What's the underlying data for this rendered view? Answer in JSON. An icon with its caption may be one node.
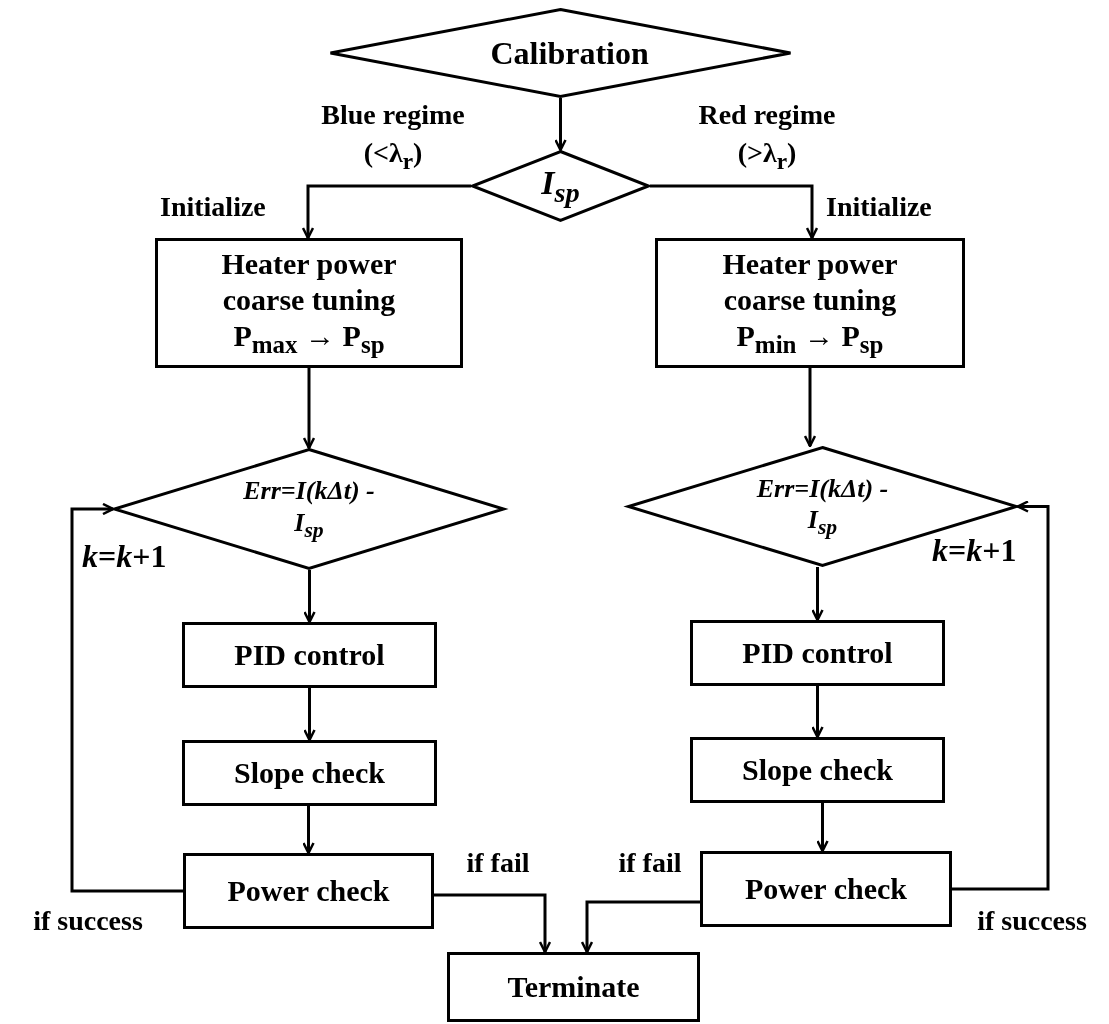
{
  "diagram": {
    "nodes": [
      {
        "text": [
          "Calibration"
        ]
      },
      {
        "text": [
          "I$_{sp}$"
        ]
      },
      {
        "text": [
          "Heater power coarse tuning",
          "P$_{max}$ → P$_{sp}$"
        ]
      },
      {
        "text": [
          "Heater power coarse tuning",
          "P$_{min}$ → P$_{sp}$"
        ]
      },
      {
        "text": [
          "Err=I(kΔt) -I$_{sp}$"
        ]
      },
      {
        "text": [
          "Err=I(kΔt) -I$_{sp}$"
        ]
      },
      {
        "text": [
          "PID control"
        ]
      },
      {
        "text": [
          "PID control"
        ]
      },
      {
        "text": [
          "Slope check"
        ]
      },
      {
        "text": [
          "Slope check"
        ]
      },
      {
        "text": [
          "Power check"
        ]
      },
      {
        "text": [
          "Power check"
        ]
      },
      {
        "text": [
          "Terminate"
        ]
      }
    ],
    "edges": [
      {
        "from": 0,
        "to": 1,
        "arrow": "to"
      },
      {
        "from": 1,
        "to": 2,
        "arrow": "to",
        "label": "Blue regime (<λ$_{r}$)"
      },
      {
        "from": 1,
        "to": 3,
        "arrow": "to",
        "label": "Red regime (>λ$_{r}$)"
      },
      {
        "from": 2,
        "to": 4,
        "arrow": "to"
      },
      {
        "from": 3,
        "to": 5,
        "arrow": "to"
      },
      {
        "from": 4,
        "to": 6,
        "arrow": "to"
      },
      {
        "from": 5,
        "to": 7,
        "arrow": "to"
      },
      {
        "from": 6,
        "to": 8,
        "arrow": "to"
      },
      {
        "from": 7,
        "to": 9,
        "arrow": "to"
      },
      {
        "from": 8,
        "to": 10,
        "arrow": "to"
      },
      {
        "from": 9,
        "to": 11,
        "arrow": "to"
      },
      {
        "from": 10,
        "to": 4,
        "arrow": "to",
        "label": "if success"
      },
      {
        "from": 11,
        "to": 5,
        "arrow": "to",
        "label": "if success"
      },
      {
        "from": 10,
        "to": 12,
        "arrow": "to",
        "label": "if fail"
      },
      {
        "from": 11,
        "to": 12,
        "arrow": "to",
        "label": "if fail"
      }
    ],
    "labels": [
      "Initialize",
      "Initialize",
      "*k*=*k*+1",
      "*k*=*k*+1"
    ]
  }
}
